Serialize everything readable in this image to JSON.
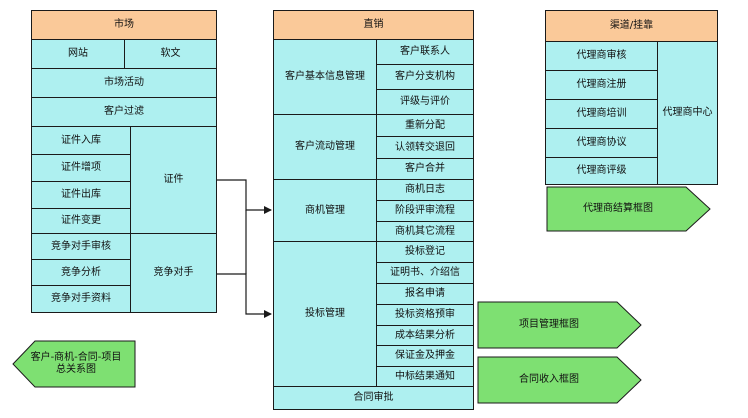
{
  "colors": {
    "header": "#fac999",
    "cell": "#aef0f0",
    "arrow_box": "#7ee072",
    "border": "#1a1a1a"
  },
  "market": {
    "title": "市场",
    "website": "网站",
    "softtext": "软文",
    "activities": "市场活动",
    "filter": "客户过滤",
    "certificates": {
      "group": "证件",
      "items": [
        "证件入库",
        "证件增项",
        "证件出库",
        "证件变更"
      ]
    },
    "competitors": {
      "group": "竞争对手",
      "items": [
        "竞争对手审核",
        "竞争分析",
        "竞争对手资料"
      ]
    }
  },
  "direct": {
    "title": "直销",
    "groups": [
      {
        "name": "客户基本信息管理",
        "items": [
          "客户联系人",
          "客户分支机构",
          "评级与评价"
        ]
      },
      {
        "name": "客户流动管理",
        "items": [
          "重新分配",
          "认领转交退回",
          "客户合并"
        ]
      },
      {
        "name": "商机管理",
        "items": [
          "商机日志",
          "阶段评审流程",
          "商机其它流程"
        ]
      },
      {
        "name": "投标管理",
        "items": [
          "投标登记",
          "证明书、介绍信",
          "报名申请",
          "投标资格预审",
          "成本结果分析",
          "保证金及押金",
          "中标结果通知"
        ]
      }
    ],
    "footer": "合同审批"
  },
  "channel": {
    "title": "渠道/挂靠",
    "items": [
      "代理商审核",
      "代理商注册",
      "代理商培训",
      "代理商协议",
      "代理商评级"
    ],
    "center": "代理商中心"
  },
  "links": {
    "agent_settlement": "代理商结算框图",
    "project_mgmt": "项目管理框图",
    "contract_income": "合同收入框图",
    "overview": "客户-商机-合同-项目总关系图"
  }
}
